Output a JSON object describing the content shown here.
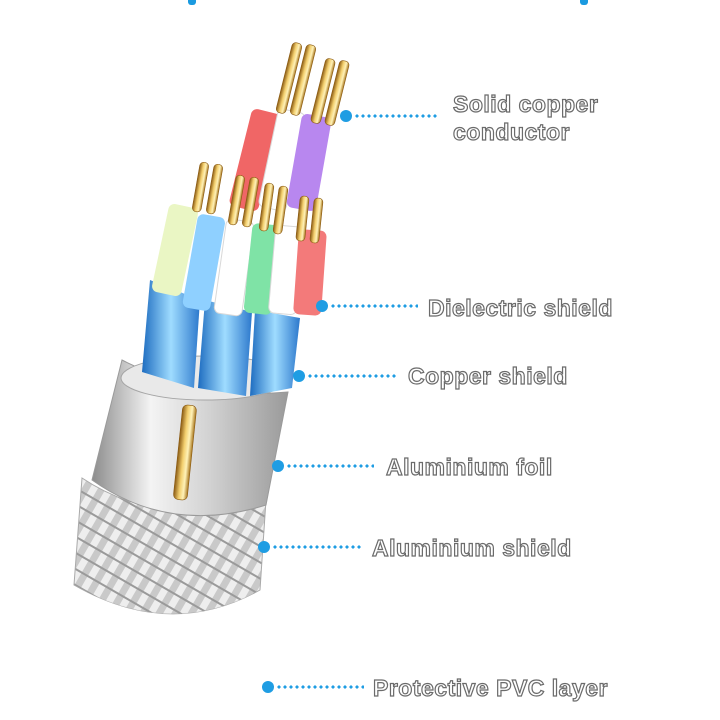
{
  "accent_color": "#1f9de3",
  "labels": {
    "conductor": [
      "Solid copper",
      "conductor"
    ],
    "dielectric": "Dielectric shield",
    "copper_shield": "Copper shield",
    "foil": "Aluminium foil",
    "al_shield": "Aluminium shield",
    "pvc": "Protective PVC layer"
  }
}
